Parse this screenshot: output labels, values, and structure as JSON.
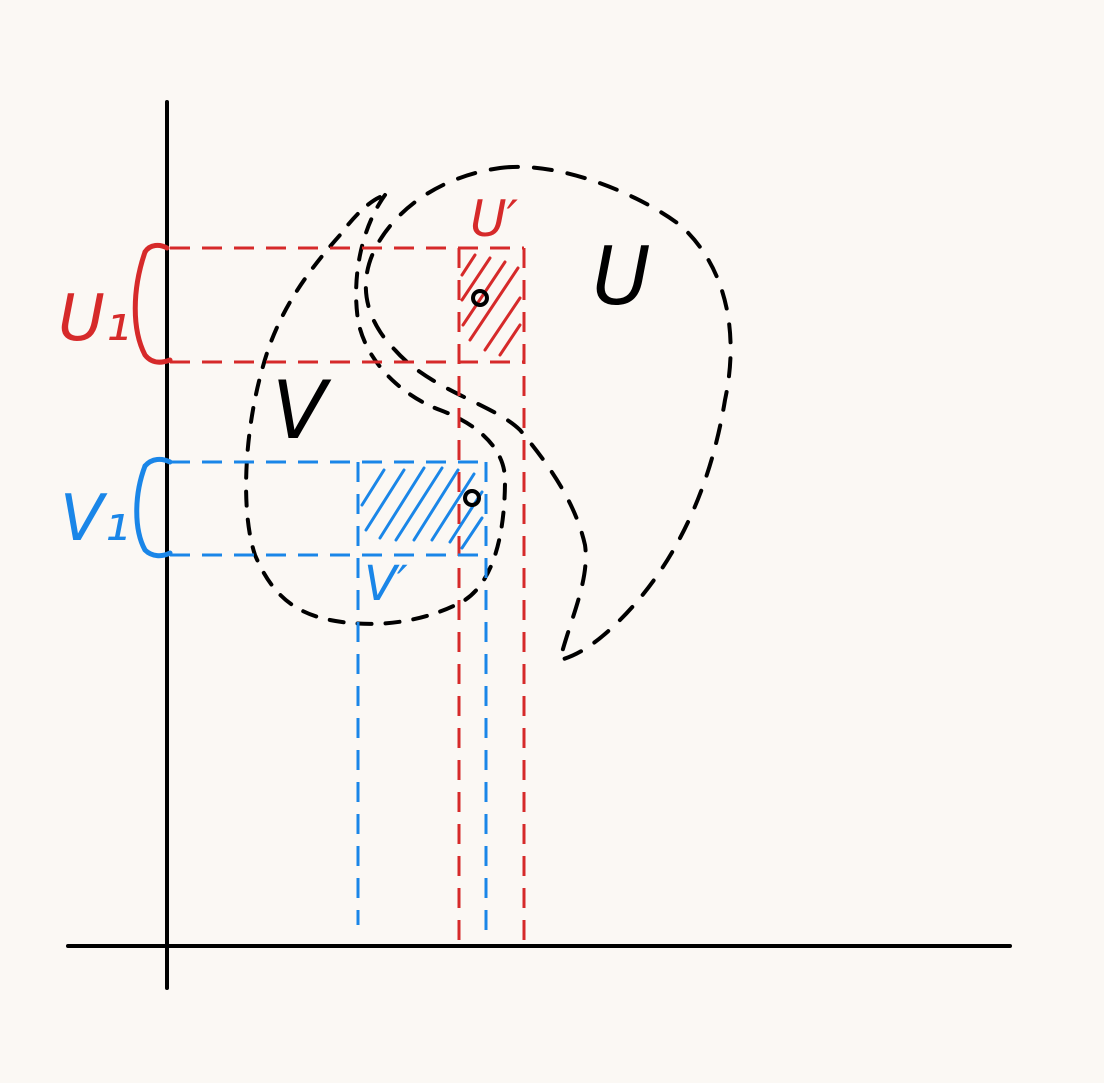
{
  "colors": {
    "background": "#fbf8f4",
    "ink": "#000000",
    "red": "#d62a2a",
    "blue": "#1a86e8"
  },
  "labels": {
    "u1": "U₁",
    "v1": "V₁",
    "u_prime": "U′",
    "v_prime": "V′",
    "U": "U",
    "V": "V"
  }
}
